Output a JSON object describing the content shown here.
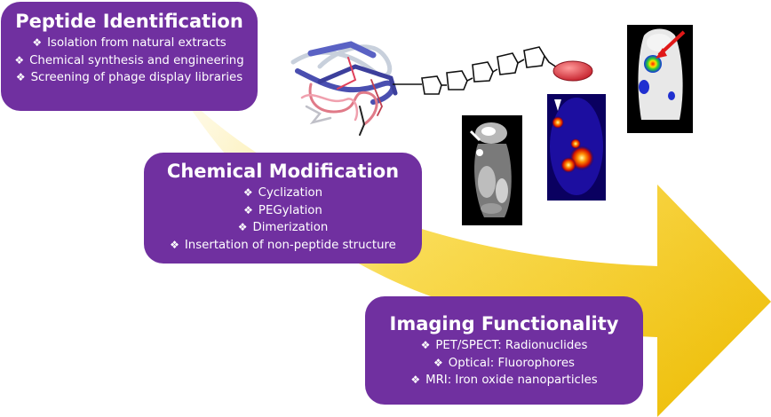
{
  "colors": {
    "box_purple": "#7030a0",
    "arrow_yellow": "#ffd000",
    "probe_red": "#d9323a"
  },
  "icons": [
    "protein-structure-icon",
    "peptide-chain-icon",
    "mri-scan-image",
    "pet-scan-image",
    "optical-mouse-image"
  ],
  "boxes": {
    "peptide": {
      "title": "Peptide Identification",
      "items": [
        "Isolation from natural extracts",
        "Chemical synthesis and engineering",
        "Screening of phage display libraries"
      ]
    },
    "chemical": {
      "title": "Chemical Modification",
      "items": [
        "Cyclization",
        "PEGylation",
        "Dimerization",
        "Insertation of non-peptide structure"
      ]
    },
    "imaging": {
      "title": "Imaging Functionality",
      "items": [
        "PET/SPECT: Radionuclides",
        "Optical: Fluorophores",
        "MRI: Iron oxide nanoparticles"
      ]
    }
  }
}
